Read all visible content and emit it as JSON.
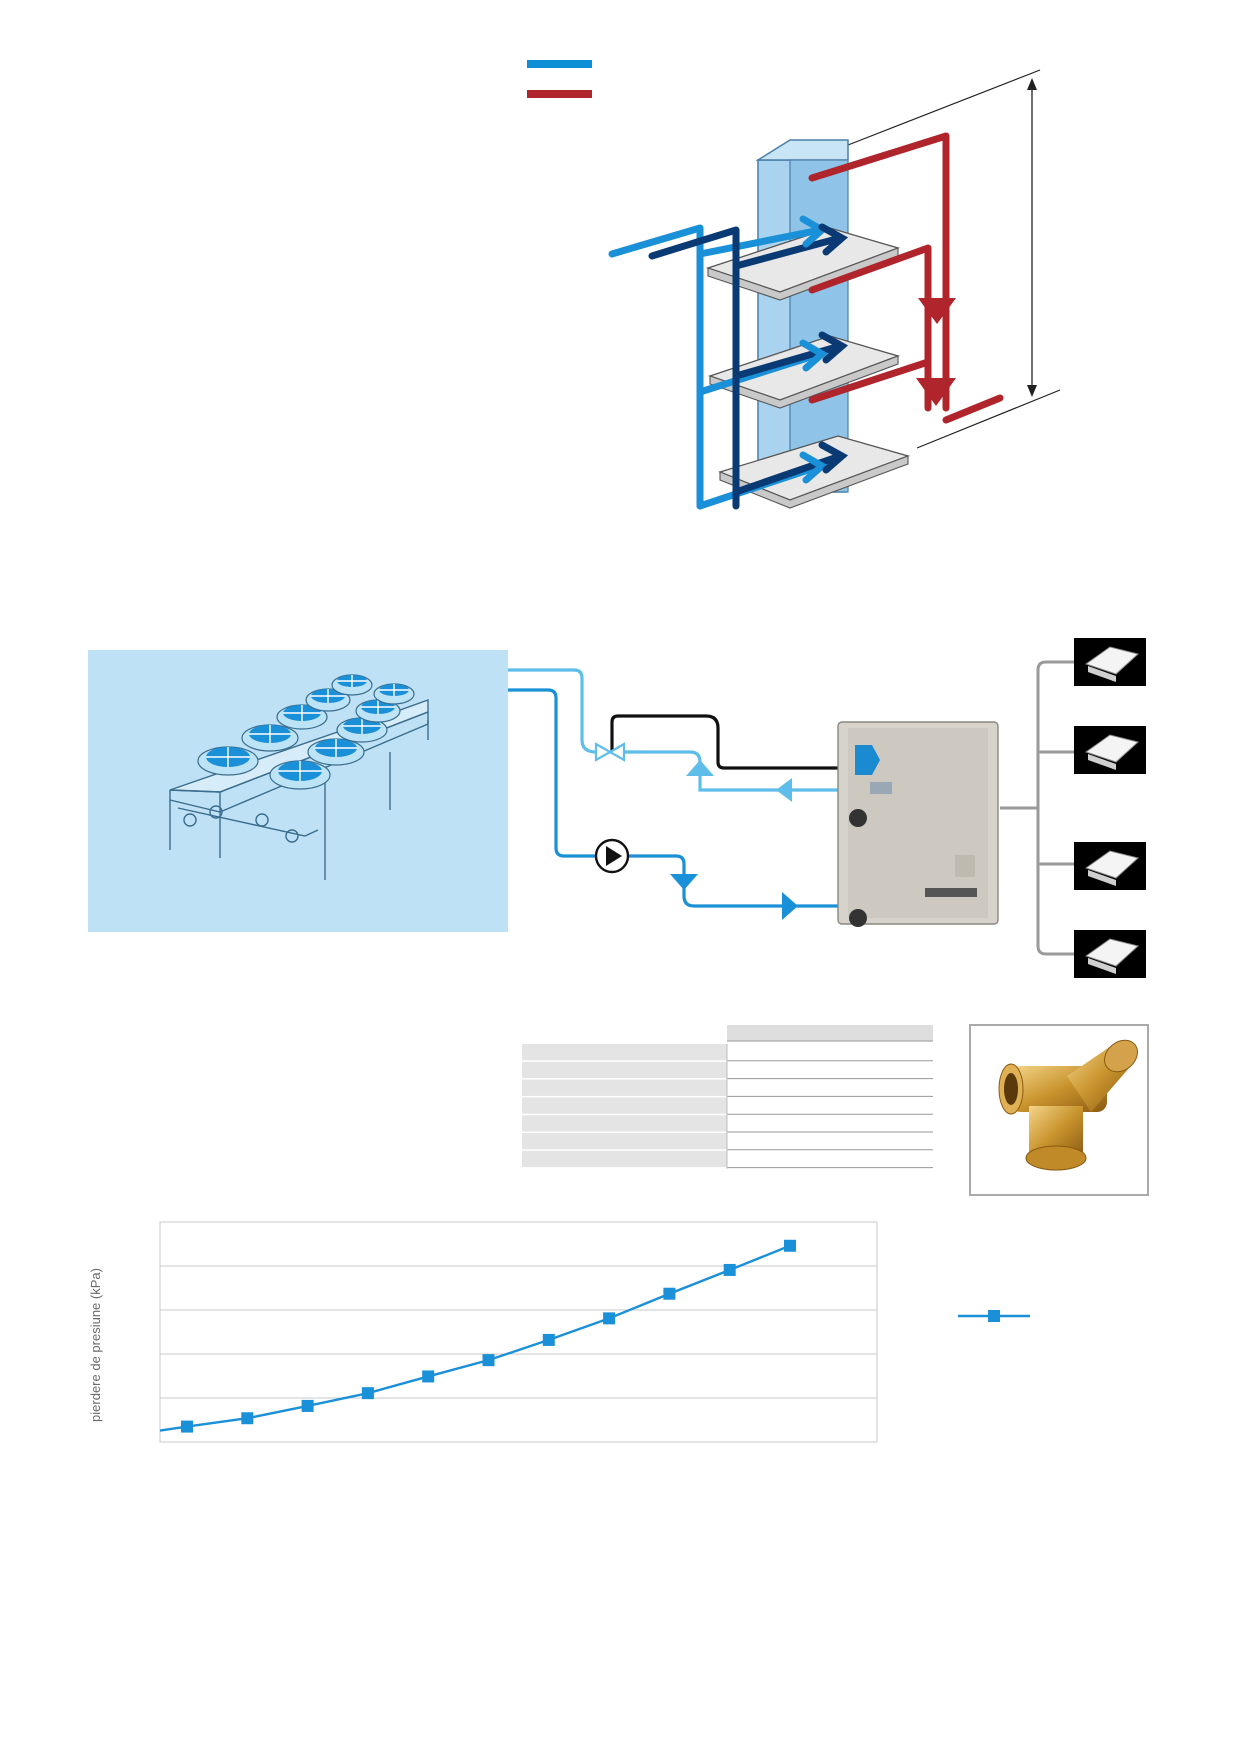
{
  "legend_top": {
    "colors": {
      "supply": "#0f8fd6",
      "return": "#b0242c"
    }
  },
  "diagrams": {
    "riser": {
      "colors": {
        "light_pipe": "#1a90d8",
        "dark_pipe": "#0a3a73",
        "return_pipe": "#b0242c",
        "shaft": "#a9d3ef",
        "floor": "#e8e8e8"
      }
    },
    "system": {
      "colors": {
        "panel": "#bfe1f5",
        "pipe_light": "#5ebde9",
        "pipe_mid": "#1a90d8",
        "pipe_dark": "#111111",
        "branch": "#9a9a9a"
      },
      "cooler_icon": "dry-cooler-icon",
      "unit_icon": "outdoor-unit-icon",
      "indoor_units": [
        "cassette-icon",
        "cassette-icon",
        "cassette-icon",
        "cassette-icon"
      ]
    }
  },
  "spec_table": {
    "header": [
      ""
    ],
    "rows": [
      [
        "",
        ""
      ],
      [
        "",
        ""
      ],
      [
        "",
        ""
      ],
      [
        "",
        ""
      ],
      [
        "",
        ""
      ],
      [
        "",
        ""
      ],
      [
        "",
        ""
      ]
    ]
  },
  "filter_photo": {
    "icon": "y-strainer-icon"
  },
  "chart_data": {
    "type": "line",
    "title": "",
    "xlabel": "",
    "ylabel": "pierdere de presiune (kPa)",
    "grid": true,
    "legend_position": "right",
    "ylim": [
      0,
      5
    ],
    "x": [
      0,
      1,
      2,
      3,
      4,
      5,
      6,
      7,
      8,
      9,
      10
    ],
    "series": [
      {
        "color": "#1a90d8",
        "values": [
          0.35,
          0.54,
          0.82,
          1.11,
          1.49,
          1.86,
          2.32,
          2.81,
          3.37,
          3.91,
          4.46
        ]
      }
    ]
  }
}
